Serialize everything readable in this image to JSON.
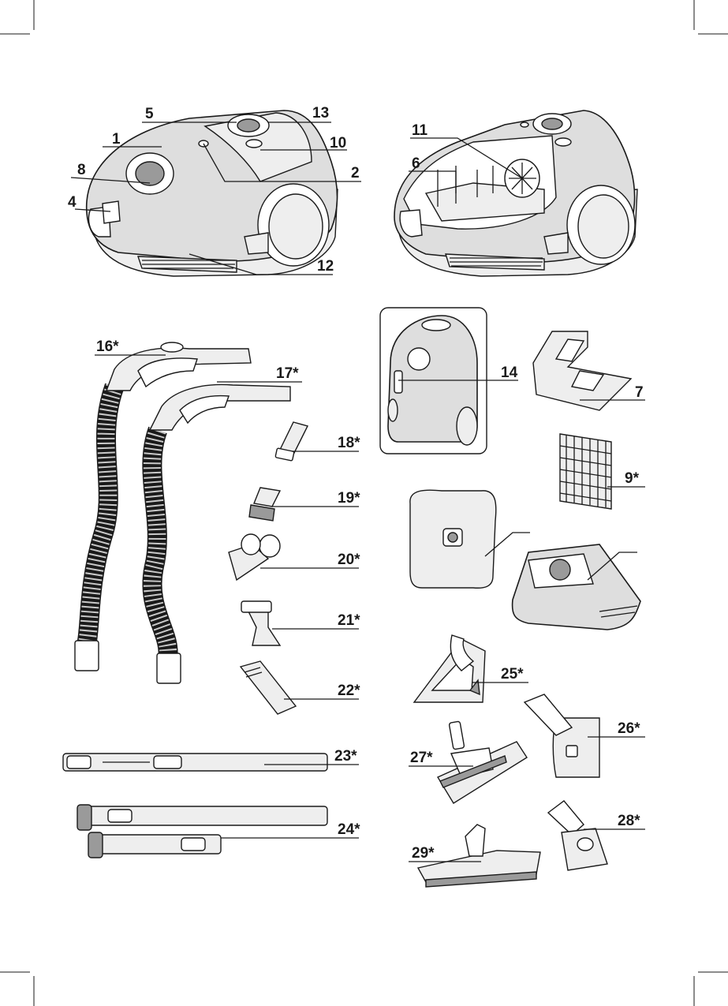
{
  "labels": {
    "l1": "1",
    "l2": "2",
    "l4": "4",
    "l5": "5",
    "l6": "6",
    "l7": "7",
    "l8": "8",
    "l9": "9*",
    "l10": "10",
    "l11": "11",
    "l12": "12",
    "l13": "13",
    "l14": "14",
    "l16": "16*",
    "l17": "17*",
    "l18": "18*",
    "l19": "19*",
    "l20": "20*",
    "l21": "21*",
    "l22": "22*",
    "l23": "23*",
    "l24": "24*",
    "l25": "25*",
    "l26": "26*",
    "l27": "27*",
    "l28": "28*",
    "l29": "29*"
  }
}
